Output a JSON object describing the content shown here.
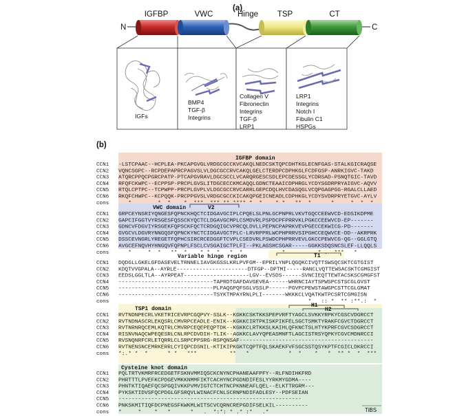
{
  "panel_a": {
    "label": "(a)",
    "n_term": "N",
    "c_term": "C",
    "domains": [
      {
        "name": "IGFBP",
        "color": "#c8292a"
      },
      {
        "name": "VWC",
        "color": "#2f62b8"
      },
      {
        "name": "Hinge",
        "color": ""
      },
      {
        "name": "TSP",
        "color": "#e8e07a"
      },
      {
        "name": "CT",
        "color": "#3d9a3a"
      }
    ],
    "binding_panels": [
      {
        "partners": [
          "IGFs"
        ]
      },
      {
        "partners": [
          "BMP4",
          "TGF-β",
          "Integrins"
        ]
      },
      {
        "partners": [
          "Collagen V",
          "Fibronectin",
          "Integrins",
          "TGF-β",
          "LRP1"
        ]
      },
      {
        "partners": [
          "LRP1",
          "Integrins",
          "Notch I",
          "Fibulin C1",
          "HSPGs"
        ]
      }
    ]
  },
  "panel_b": {
    "label": "(b)",
    "blocks": [
      {
        "title": "IGFBP domain",
        "bg": "#f5d9cc",
        "rows": [
          {
            "name": "CCN1",
            "seq": "-LSTCPAAC--HCPLEA-PKCAPGVGLVRDGCGCCKVCAKQLNEDCSKTQPCDHTKGLECNFGAS-STALKGICRAQSE"
          },
          {
            "name": "CCN2",
            "seq": "VQNCSGPC--RCPDEPAPRCPAGVSLVLDGCGCCRVCAKQLGELCTERDPCDPHKGLFCDFGSP-ANRKIGVC-TAKD"
          },
          {
            "name": "CCN3",
            "seq": "ATQRCPPQCPGRCPATP-PTCAPGVRAVLDGCSCCLVCARQRGESCSDLEPCDESSGLYCDRSAD-PSNQTGIC-TAVD"
          },
          {
            "name": "CCN4",
            "seq": "RFQFCKWPC--ECPPSP-PRCPLGVSLITDGCECCKMCAQQLGDNCTEAAICDPHRGLYCDYSGDRPRYAIGVC-AQVV"
          },
          {
            "name": "CCN5",
            "seq": "RTQLCPTPC--TCPWPP-PRCPLGVPLVLDGCGCCRVCARRLGEPCDQLHVCDASQGLVCQPGAGPGG-RGALCLLAED"
          },
          {
            "name": "CCN6",
            "seq": "RKQFCHWPC--KCPQQK-PRCPPGVSLVRDGCGCCKICAKQPGEICNEADLCDPHKGLYCDYSVDRPRYETGVC-AYLV"
          },
          {
            "name": "cons",
            "seq": "   *        *  *    *  ***  *** ** **** *  *    * *   **  *      *     *  *  *"
          }
        ]
      },
      {
        "title": "VWC domain",
        "marker": "V2",
        "bg": "#d5d9ef",
        "rows": [
          {
            "name": "CCN1",
            "seq": "GRPCEYNSRIYQNGESFQPNCKHQCTCIDGAVGCIPLCPQELSLPNLGCPNPRLVKVTGQCCEEWVCD-EDSIKDPME"
          },
          {
            "name": "CCN2",
            "seq": "GAPCIFGGTVYRSGESFQSSCKYQCTCLDGAVGCMPLCSMDVRLPSPDCPFPRRVKLPGKCCEEWVCD-EP-------"
          },
          {
            "name": "CCN3",
            "seq": "GDNCVFDGVIYRSGEKFQPSCKFQCTCRDGQIGCVPRCQLDVLLPEPNCPAPRKVEVPGECCEKWICG-PD-------"
          },
          {
            "name": "CCN4",
            "seq": "GVGCVLDGVRYNNGQSFQPNCKYNCTCIDGAVGCTPLC-LRVRPPRLWCPHPRRVSIPGHCCEQWVCE-DD--AKRPRK"
          },
          {
            "name": "CCN5",
            "seq": "DSSCEVNGRLYREGETFQPHCSIRCRCEDGGFTCVPLCSEDVRLPSWDCPHPRRVEVLGKCCPEWVCG-QG--GGLGTQ"
          },
          {
            "name": "CCN6",
            "seq": "AVGCEFNQVHYHNGQVFQPNPLFSCLCVSGAIGCTPLFI--PKLAGSHCSGAR-----GGKKSDQSNCSLEF-LLQQLS"
          },
          {
            "name": "cons",
            "seq": "   *     *  *   **  *    * *  *   *  *            *          * .  ***   *"
          }
        ]
      },
      {
        "title": "Variable hinge region",
        "marker": "T1",
        "bg": "#ffffff",
        "rows": [
          {
            "name": "CCN1",
            "seq": "DQDGLLGKELGFDASEVELTRNNELIAVGKGSSLKRLPVFGM--EPRILYNPLQGQKCIVQTTSWSQCSKTCGTGIST"
          },
          {
            "name": "CCN2",
            "seq": "KDQTVVGPALA--AYRLE----------------------DTFGP--DPTMI-----RANCLVQTTEWSACSKTCGMGIST"
          },
          {
            "name": "CCN3",
            "seq": "EEDSLGGLTLA--AYRPEAT--------------------LGV--EVSDS------SVNCIEQTTEWTACSKSCGMGFST"
          },
          {
            "name": "CCN4",
            "seq": "-----------------------------TAPRDTGAFDAVGEVEA------WHRNCIAYTSPWSPCSTSCGLGVST"
          },
          {
            "name": "CCN5",
            "seq": "-----------------------------PLPAQGPQFSGLVSSLP------PGVPCPEWSTAWGPCSTTCGLGMAT"
          },
          {
            "name": "CCN6",
            "seq": "-----------------------------TSYKTMPAYRNLPLI-------WKKKCLVQATKWTPCSRTCGMGISN"
          },
          {
            "name": "cons",
            "seq": "                                                          *   :: *  ** :**.:  *"
          }
        ]
      },
      {
        "title": "TSP1 domain",
        "marker": "H1",
        "marker2": "H2",
        "bg": "#fbf6d7",
        "bg2": "#dcecdc",
        "rows": [
          {
            "name": "CCN1",
            "seq": "RVTNDNPECRLVKETRICEVRPCGQPVY-SSLK--KGKKCSKTKKSPEPVRFTYAGCLSVKKYRPKYCGSCVDGRCCT"
          },
          {
            "name": "CCN2",
            "seq": "RVTNDNASCRLEKQSRLCMVRPCEADLE-ENIK--KGKKCIRTPKISKPIKFELSGCTSMKTYRAKFCGVCTDGRCCT"
          },
          {
            "name": "CCN3",
            "seq": "RVTNRNRQCEMLKQTRLCMVRPCEQEPEQPTDK--KGKKCLRTKKSLKAIHLQFKNCTSLHTYKPRFCGVCSDGRCCT"
          },
          {
            "name": "CCN4",
            "seq": "RISNVNAQCWPEQESRLCNLRPCDVDIH-TLIK--AGKKCLAVYQPEASMNFTLAGCISTRSYQPKYCGVCMDNRCCI"
          },
          {
            "name": "CCN5",
            "seq": "RVSNQNRFCRLETQRRLCLSRPCPPSRG-RSPQNSAF-----------------------------------------"
          },
          {
            "name": "CCN6",
            "seq": "RVTNENSNCEMRKERRLCYIQPCDSNIL-KTIKIPKGKTCQPTFQLSKAEKFVFSGCSSTQSYKPTFCGICLDKRCCI"
          },
          {
            "name": "cons",
            "seq": "*:.* *  *      * *   ***          **   *            *  *    *   *  ** *  *  ***"
          }
        ]
      },
      {
        "title": "Cysteine knot domain",
        "bg": "#dcecdc",
        "rows": [
          {
            "name": "CCN1",
            "seq": "PQLTRTVKMRFRCEDGETFSKNVMMIQSCKCNYNCPHANEAAFPFY--RLFNDIHKFRD"
          },
          {
            "name": "CCN2",
            "seq": "PHRTTTLPVEFKCPDGEVMKKNMMFIKTCACHYNCPGDNDIFESLYYRKMYGDMA----"
          },
          {
            "name": "CCN3",
            "seq": "PHNTKTIQAEFQCSPGQIVKKPVMVIGTCTCHTNCPKNNEAFLQEL--ELKTTRGRM---"
          },
          {
            "name": "CCN4",
            "seq": "PYKSKTIDVSFQCPDGLGFSRQVLWINACFCNLSCRNPNDIFADLESY--PDFSEIAN"
          },
          {
            "name": "CCN5",
            "seq": "--------------------------------------------------------"
          },
          {
            "name": "CCN6",
            "seq": "PNKSKMITIQFDCPNEGSFKWKMLWITSCVCQRNCREPGDIFSELKIL----------"
          },
          {
            "name": "cons",
            "seq": "*     *    *   *      *   .  *:*: * .* :*   .*"
          }
        ]
      }
    ]
  },
  "footer": {
    "credit": "TiBS"
  }
}
